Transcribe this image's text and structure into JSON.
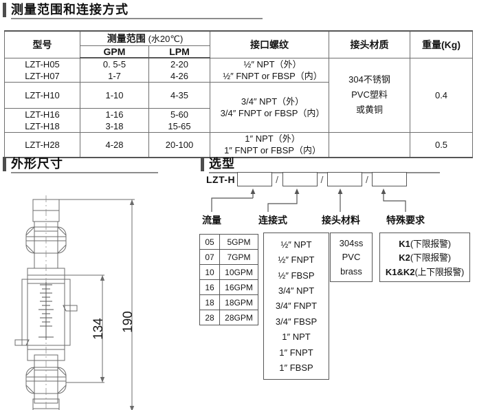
{
  "sections": {
    "spec": {
      "title": "测量范围和连接方式"
    },
    "dimensions": {
      "title": "外形尺寸"
    },
    "selection": {
      "title": "选型"
    }
  },
  "spec_table": {
    "headers": {
      "model": "型号",
      "range_group": "测量范围",
      "range_cond": "(水20℃)",
      "gpm": "GPM",
      "lpm": "LPM",
      "thread": "接口螺纹",
      "material": "接头材质",
      "weight": "重量(Kg)"
    },
    "rows": [
      {
        "models": [
          "LZT-H05",
          "LZT-H07"
        ],
        "gpm": [
          "0. 5-5",
          "1-7"
        ],
        "lpm": [
          "2-20",
          "4-26"
        ],
        "thread": [
          "½″ NPT（外）",
          "½″ FNPT or FBSP（内）"
        ]
      },
      {
        "models": [
          "LZT-H10"
        ],
        "gpm": [
          "1-10"
        ],
        "lpm": [
          "4-35"
        ],
        "thread": [
          "3/4″ NPT（外）",
          "3/4″ FNPT or FBSP（内）"
        ]
      },
      {
        "models": [
          "LZT-H16",
          "LZT-H18"
        ],
        "gpm": [
          "1-16",
          "3-18"
        ],
        "lpm": [
          "5-60",
          "15-65"
        ],
        "thread": []
      },
      {
        "models": [
          "LZT-H28"
        ],
        "gpm": [
          "4-28"
        ],
        "lpm": [
          "20-100"
        ],
        "thread": [
          "1″ NPT（外）",
          "1″ FNPT or FBSP（内）"
        ]
      }
    ],
    "material": [
      "304不锈钢",
      "PVC塑料",
      "或黄铜"
    ],
    "weights": [
      "0.4",
      "0.5"
    ]
  },
  "drawing": {
    "dim_inner": "134",
    "dim_outer": "190"
  },
  "selection": {
    "code_prefix": "LZT-H",
    "separator": "/",
    "box_count": 4,
    "categories": [
      "流量",
      "连接式",
      "接头材料",
      "特殊要求"
    ],
    "flow_options": [
      {
        "code": "05",
        "value": "5GPM"
      },
      {
        "code": "07",
        "value": "7GPM"
      },
      {
        "code": "10",
        "value": "10GPM"
      },
      {
        "code": "16",
        "value": "16GPM"
      },
      {
        "code": "18",
        "value": "18GPM"
      },
      {
        "code": "28",
        "value": "28GPM"
      }
    ],
    "connection_options": [
      "½″ NPT",
      "½″ FNPT",
      "½″ FBSP",
      "3/4″ NPT",
      "3/4″ FNPT",
      "3/4″ FBSP",
      "1″ NPT",
      "1″ FNPT",
      "1″ FBSP"
    ],
    "material_options": [
      "304ss",
      "PVC",
      "brass"
    ],
    "special_options": [
      {
        "code": "K1",
        "note": "(下限报警)"
      },
      {
        "code": "K2",
        "note": "(下限报警)"
      },
      {
        "code": "K1&K2",
        "note": "(上下限报警)"
      }
    ]
  }
}
